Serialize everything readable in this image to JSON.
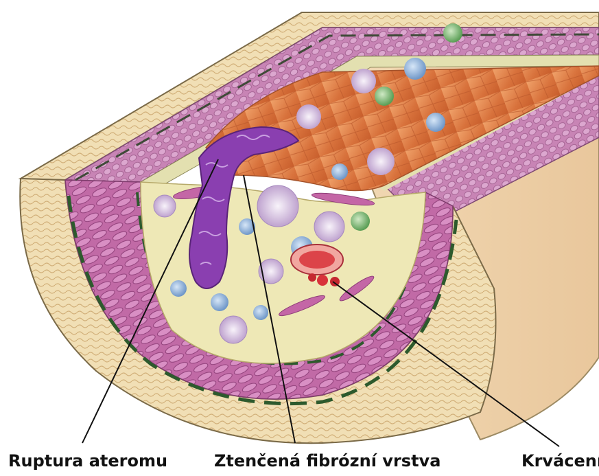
{
  "labels": {
    "rupture": "Ruptura ateromu",
    "fibrous_cap": "Ztenčená fibrózní vrstva",
    "hemorrhage": "Krvácení"
  },
  "colors": {
    "adventitia": "#f3e3bd",
    "media": "#b75a9a",
    "media_light": "#d489bf",
    "intima": "#e9e6b0",
    "lumen": "#e0824a",
    "plaque": "#efe8b4",
    "rupture": "#8a3fb0",
    "blood": "#d8323a",
    "leader_line": "#111111"
  }
}
